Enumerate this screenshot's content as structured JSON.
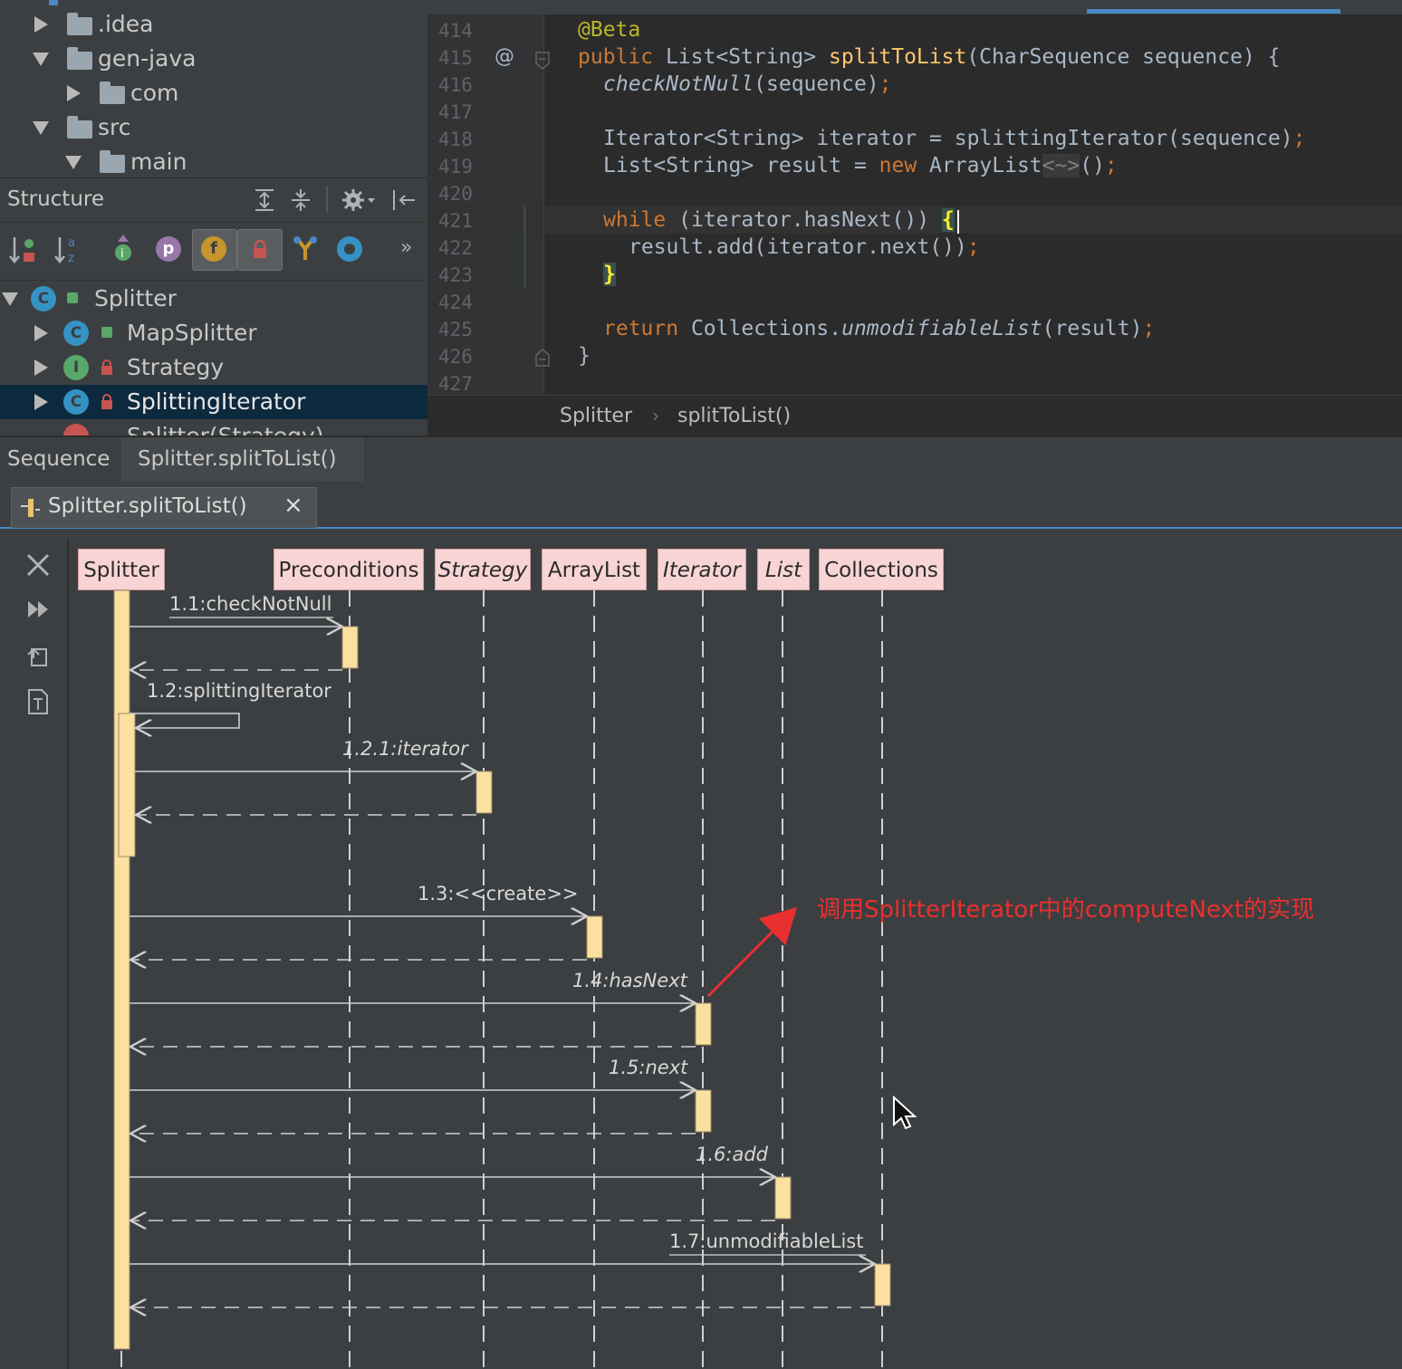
{
  "project_tree": {
    "items": [
      ".idea",
      "gen-java",
      "com",
      "src",
      "main"
    ]
  },
  "structure": {
    "title": "Structure",
    "toolbar_letters": {
      "p": "p",
      "f": "f"
    },
    "items": [
      "Splitter",
      "MapSplitter",
      "Strategy",
      "SplittingIterator",
      "Splitter(Strategy)"
    ],
    "icon_letters": {
      "class": "C",
      "interface": "I"
    }
  },
  "editor": {
    "line_numbers": [
      "414",
      "415",
      "416",
      "417",
      "418",
      "419",
      "420",
      "421",
      "422",
      "423",
      "424",
      "425",
      "426",
      "427"
    ],
    "gutter_at": "@",
    "code": {
      "l414": "@Beta",
      "l415_kw": "public",
      "l415_type": "List<String>",
      "l415_fn": "splitToList",
      "l415_rest": "(CharSequence sequence) {",
      "l416_fn": "checkNotNull",
      "l416_rest": "(sequence)",
      "l418": "Iterator<String> iterator = splittingIterator(sequence)",
      "l419_a": "List<String> result = ",
      "l419_kw": "new",
      "l419_b": " ArrayList",
      "l419_diamond": "<~>",
      "l419_c": "()",
      "l421_kw": "while",
      "l421_rest": " (iterator.hasNext()) ",
      "l421_brace": "{",
      "l422": "result.add(iterator.next())",
      "l423": "}",
      "l425_kw": "return",
      "l425_a": " Collections.",
      "l425_fn": "unmodifiableList",
      "l425_b": "(result)",
      "l426": "}",
      "semicolon": ";"
    },
    "breadcrumb": [
      "Splitter",
      "splitToList()"
    ],
    "breadcrumb_sep": "›"
  },
  "sequence": {
    "header_title": "Sequence",
    "header_tab": "Splitter.splitToList()",
    "active_tab": "Splitter.splitToList()",
    "close_glyph": "×",
    "lifelines": [
      "Splitter",
      "Preconditions",
      "Strategy",
      "ArrayList",
      "Iterator",
      "List",
      "Collections"
    ],
    "messages": [
      "1.1:checkNotNull",
      "1.2:splittingIterator",
      "1.2.1:iterator",
      "1.3:<<create>>",
      "1.4:hasNext",
      "1.5:next",
      "1.6:add",
      "1.7:unmodifiableList"
    ],
    "annotation": "调用SplitterIterator中的computeNext的实现",
    "annotation_color": "#e8302f"
  },
  "colors": {
    "lifeline_box": "#f8d4d4",
    "activation": "#fbe0a0",
    "keyword": "#cc7832",
    "function": "#ffc66d",
    "annotation": "#bbb529",
    "selection": "#0d293e"
  }
}
